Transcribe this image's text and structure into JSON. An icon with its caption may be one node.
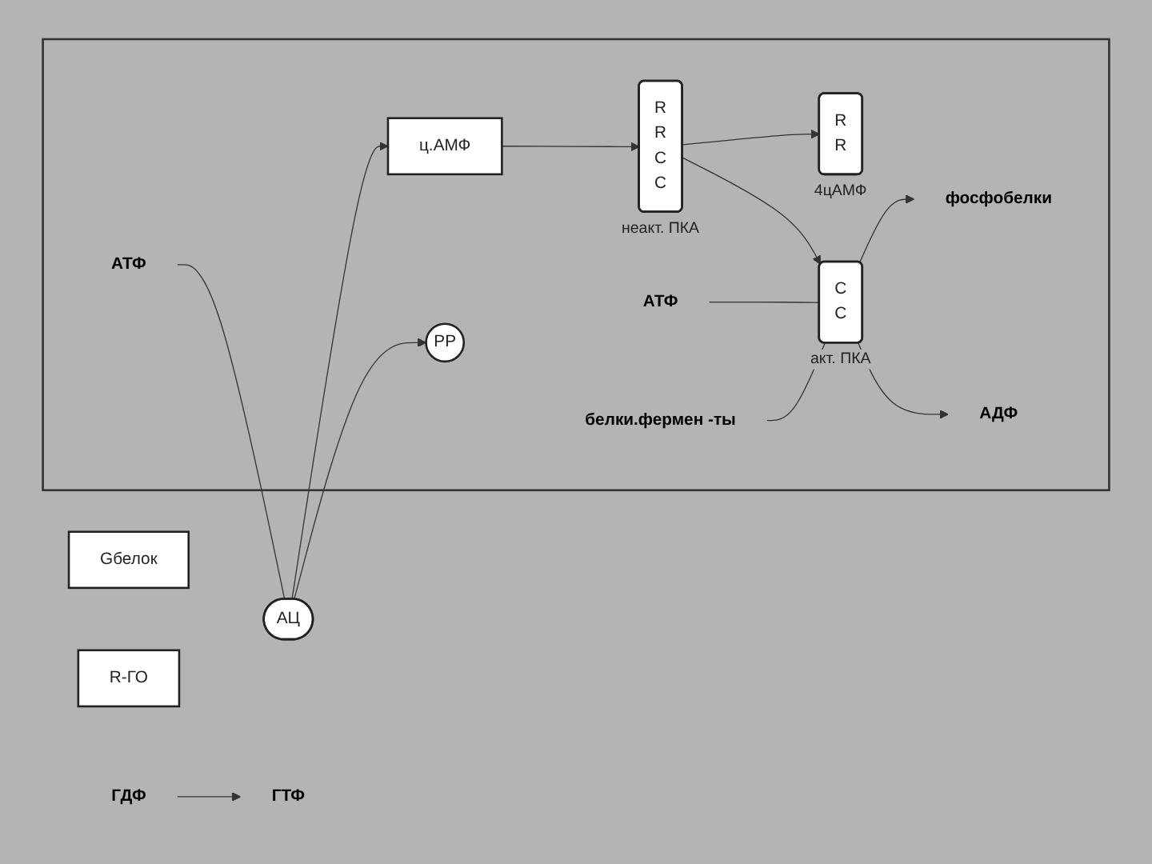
{
  "diagram": {
    "nodes": [
      {
        "text": [],
        "shape": "box"
      },
      {
        "text": [
          "ц.АМФ"
        ],
        "in": 0
      },
      {
        "text": [
          "PP"
        ],
        "in": 0
      },
      {
        "text": [
          "АЦ"
        ]
      },
      {
        "text": [
          "Gбелок"
        ]
      },
      {
        "text": [
          "R-ГО"
        ]
      },
      {
        "text": [
          "АТФ"
        ],
        "in": 0
      },
      {
        "text": [
          "R",
          "R",
          "C",
          "C"
        ],
        "beside": [
          "неакт. ПКА"
        ],
        "in": 0
      },
      {
        "text": [
          "R",
          "R"
        ],
        "beside": [
          "4цАМФ"
        ],
        "in": 0
      },
      {
        "text": [
          "C",
          "C"
        ],
        "beside": [
          "акт. ПКА"
        ],
        "in": 0
      },
      {
        "text": [
          "фосфобелки"
        ],
        "in": 0
      },
      {
        "text": [
          "АДФ"
        ],
        "in": 0
      },
      {
        "text": [
          "АТФ"
        ],
        "in": 0
      },
      {
        "text": [
          "белки.фермен -ты"
        ],
        "in": 0
      },
      {
        "text": [
          "ГДФ"
        ]
      },
      {
        "text": [
          "ГТФ"
        ]
      }
    ],
    "edges": [
      {
        "from": 6,
        "to": 3,
        "arrow": "none"
      },
      {
        "from": 3,
        "to": 1,
        "arrow": "to"
      },
      {
        "from": 3,
        "to": 2,
        "arrow": "to"
      },
      {
        "from": 1,
        "to": 7,
        "arrow": "to"
      },
      {
        "from": 7,
        "to": 8,
        "arrow": "to"
      },
      {
        "from": 7,
        "to": 9,
        "arrow": "to"
      },
      {
        "from": 9,
        "to": 10,
        "arrow": "to"
      },
      {
        "from": 9,
        "to": 11,
        "arrow": "to"
      },
      {
        "from": 12,
        "to": 9,
        "arrow": "none"
      },
      {
        "from": 13,
        "to": 9,
        "arrow": "none"
      },
      {
        "from": 14,
        "to": 15,
        "arrow": "to"
      }
    ]
  }
}
